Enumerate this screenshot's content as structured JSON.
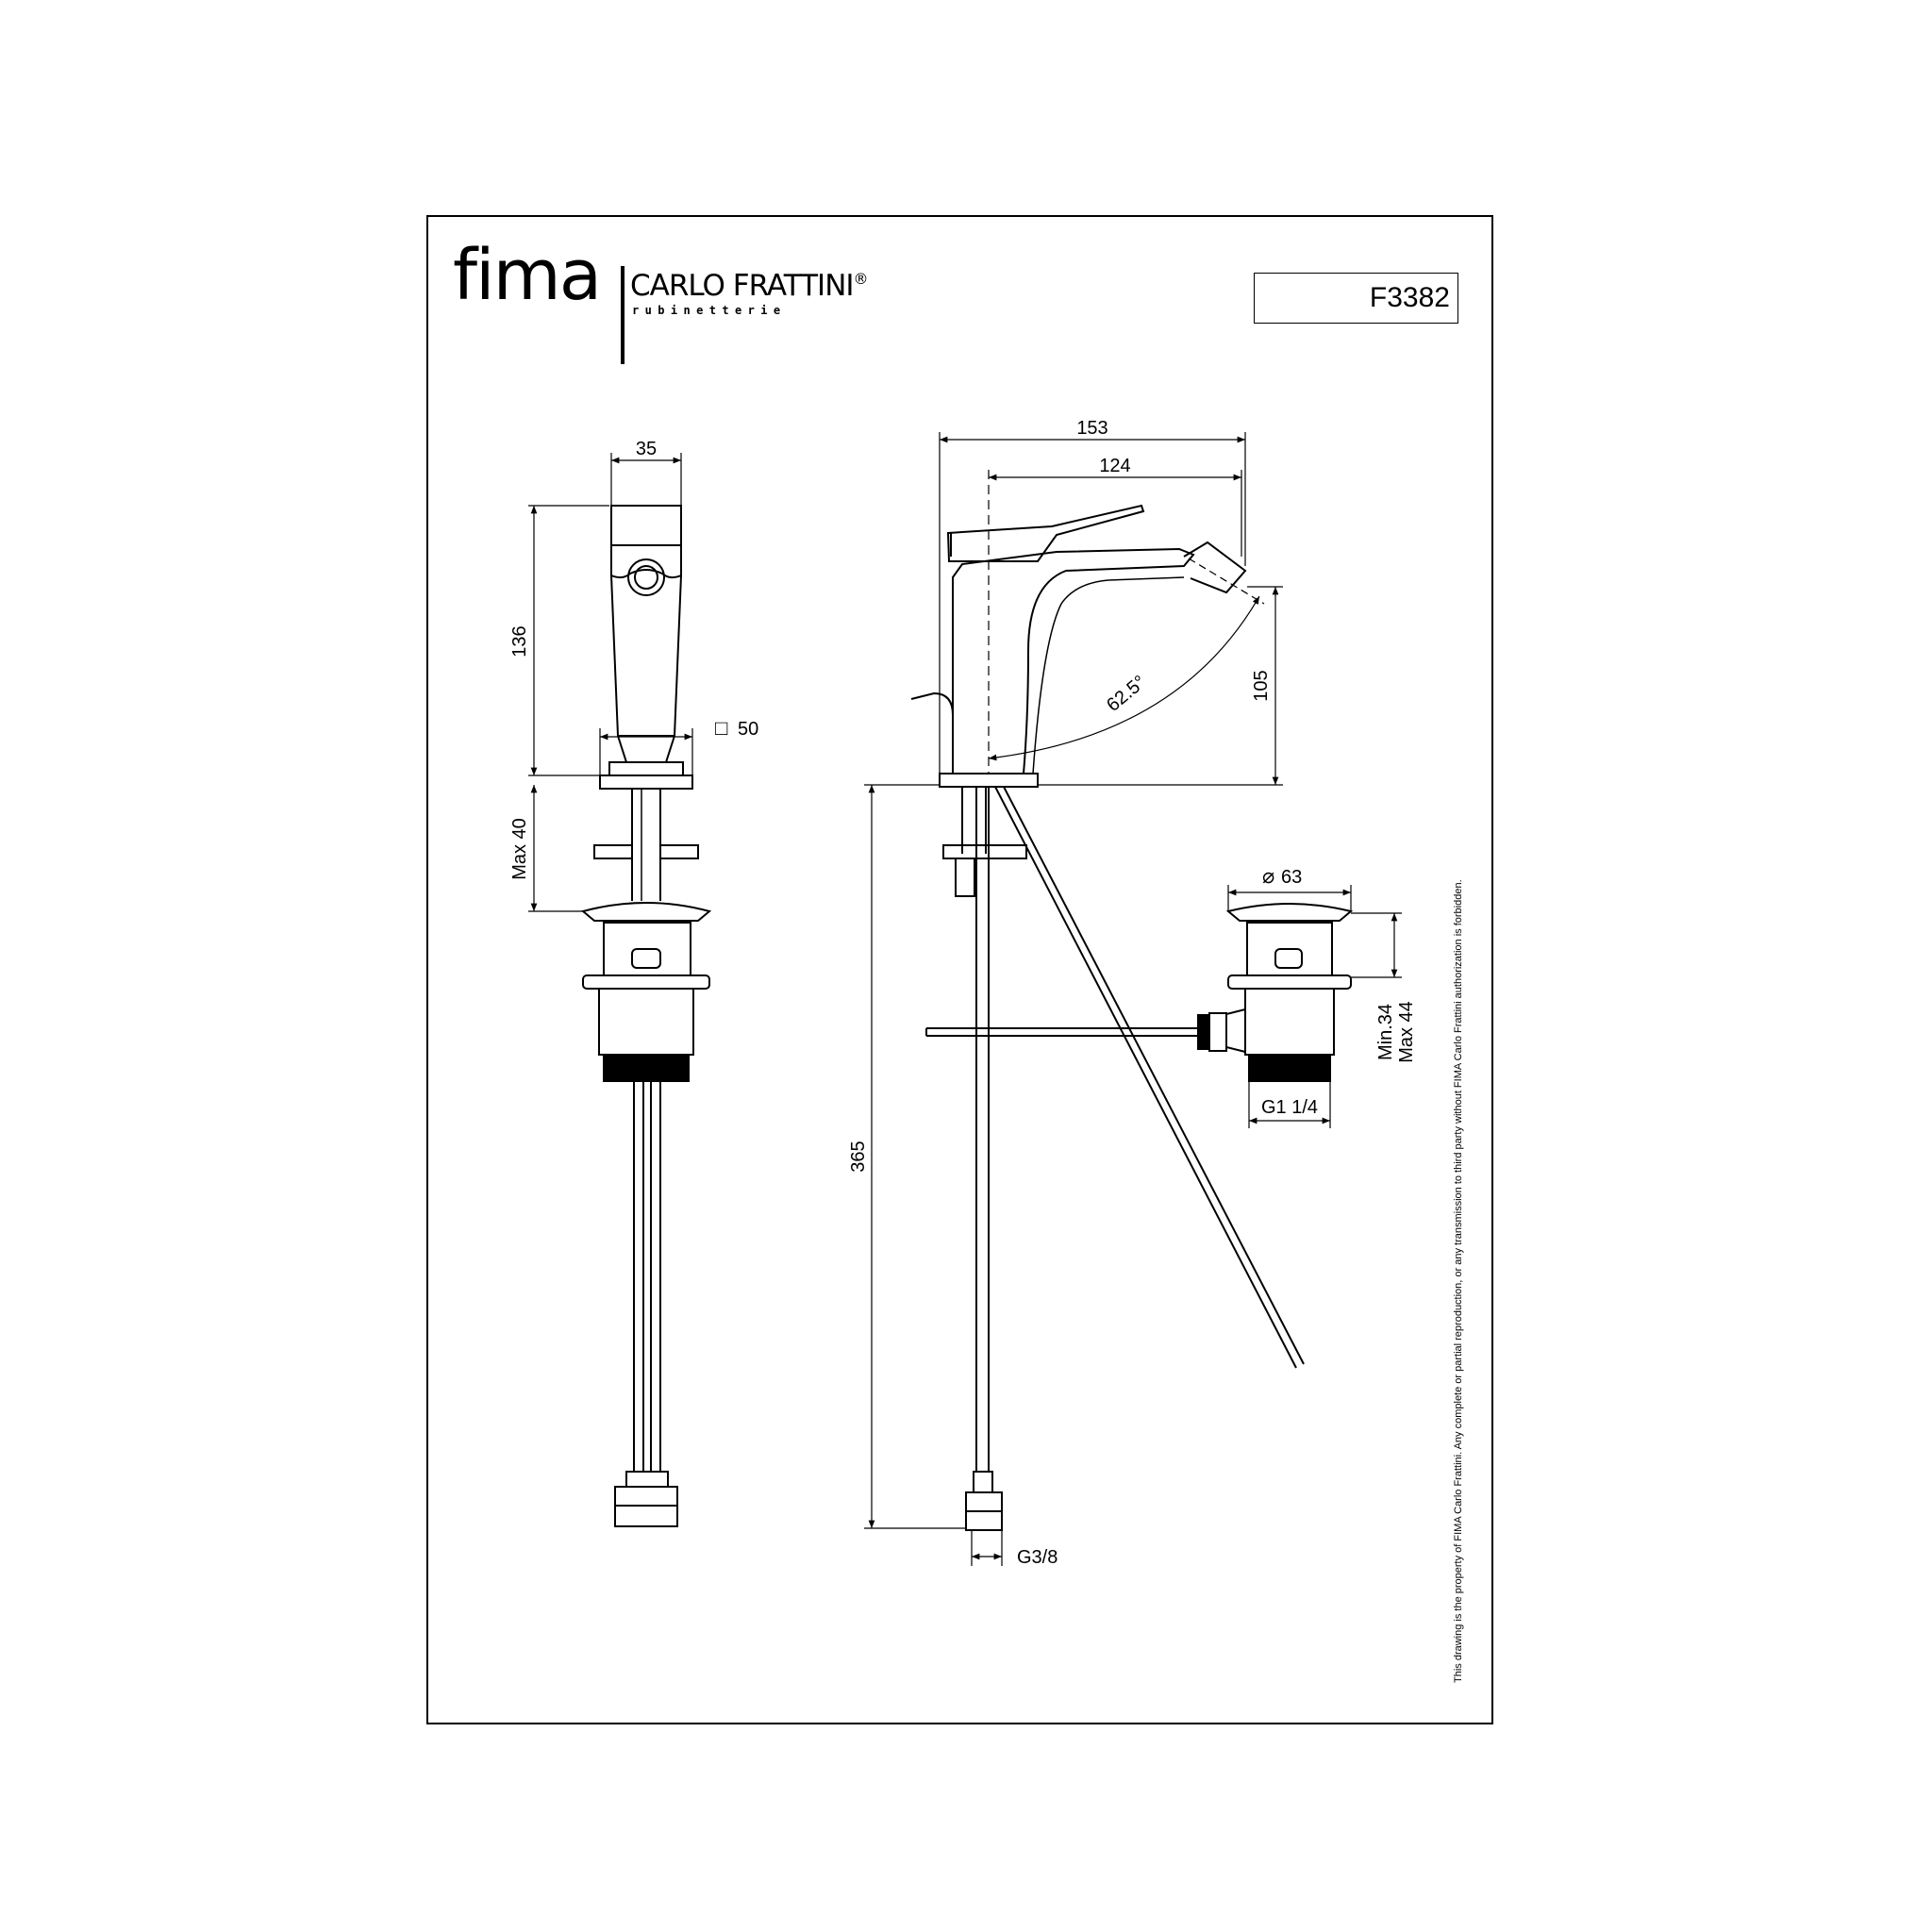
{
  "brand": {
    "name": "fima",
    "company": "CARLO FRATTINI",
    "tagline": "rubinetterie",
    "registered_mark": "®"
  },
  "product_code": "F3382",
  "dimensions": {
    "body_width": "35",
    "body_height": "136",
    "base_square": "50",
    "max_deck_thickness": "Max 40",
    "overall_reach": "153",
    "spout_reach": "124",
    "spout_height": "105",
    "swivel_angle": "62.5°",
    "hose_length": "365",
    "inlet_thread": "G3/8",
    "waste_diameter": "63",
    "waste_adjust_min": "Min.34",
    "waste_adjust_max": "Max 44",
    "waste_thread": "G1 1/4"
  },
  "symbols": {
    "square": "□",
    "diameter": "⌀"
  },
  "disclaimer": "This drawing is the property of FIMA Carlo Frattini. Any complete or partial reproduction, or any transmission to third party without FIMA Carlo Frattini authorization is forbidden."
}
